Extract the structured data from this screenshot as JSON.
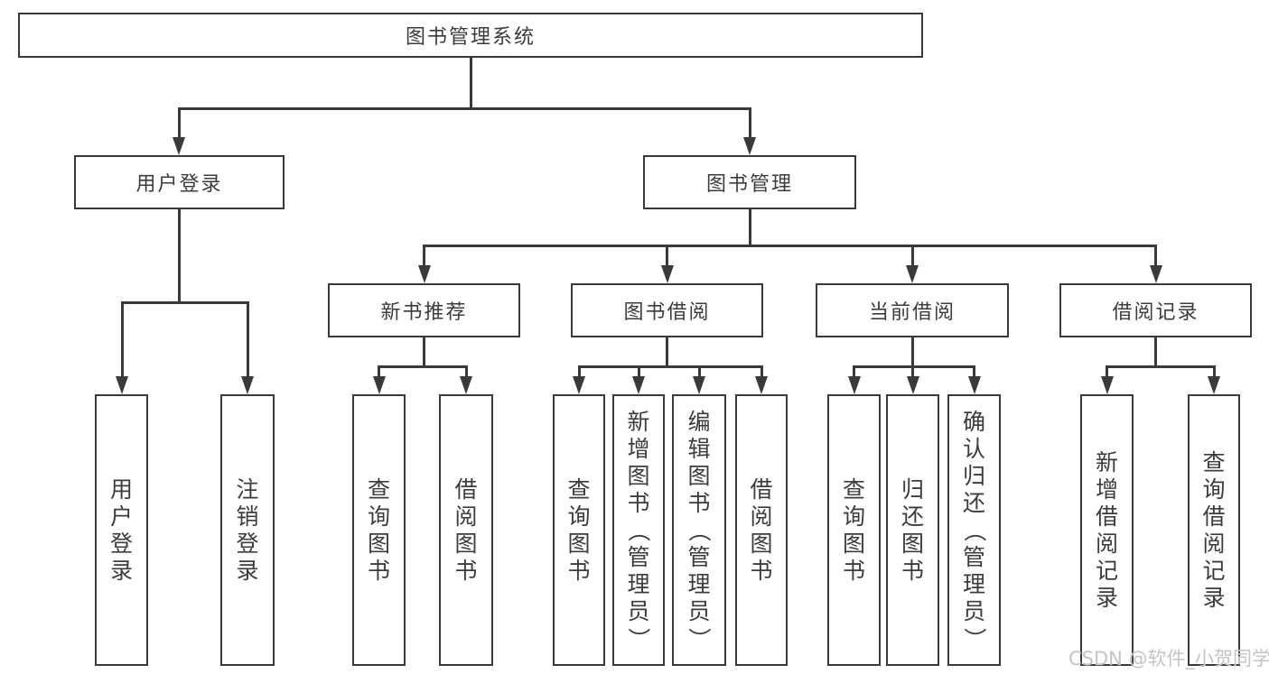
{
  "diagram": {
    "root": {
      "label": "图书管理系统"
    },
    "branches": [
      {
        "label": "用户登录",
        "children": [
          {
            "label": "用户登录"
          },
          {
            "label": "注销登录"
          }
        ]
      },
      {
        "label": "图书管理",
        "sections": [
          {
            "label": "新书推荐",
            "children": [
              {
                "label": "查询图书"
              },
              {
                "label": "借阅图书"
              }
            ]
          },
          {
            "label": "图书借阅",
            "children": [
              {
                "label": "查询图书"
              },
              {
                "label": "新增图书（管理员）"
              },
              {
                "label": "编辑图书（管理员）"
              },
              {
                "label": "借阅图书"
              }
            ]
          },
          {
            "label": "当前借阅",
            "children": [
              {
                "label": "查询图书"
              },
              {
                "label": "归还图书"
              },
              {
                "label": "确认归还（管理员）"
              }
            ]
          },
          {
            "label": "借阅记录",
            "children": [
              {
                "label": "新增借阅记录"
              },
              {
                "label": "查询借阅记录"
              }
            ]
          }
        ]
      }
    ]
  },
  "watermark": {
    "text": "CSDN @软件_小贺同学"
  },
  "colors": {
    "line": "#3a3a3a",
    "text": "#3c3c3c",
    "background": "#ffffff",
    "watermark": "#c4c4c4"
  }
}
